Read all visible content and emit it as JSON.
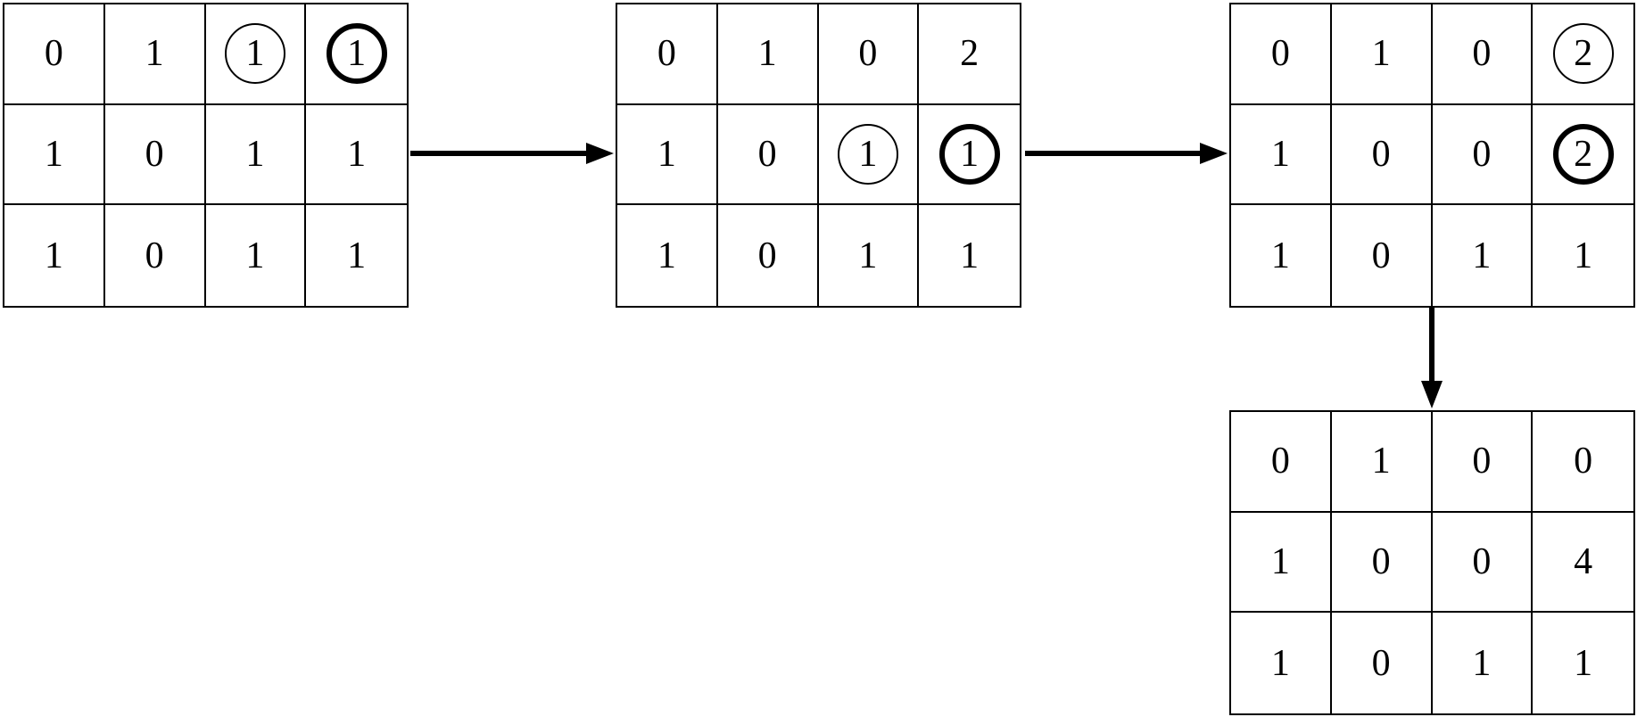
{
  "colors": {
    "ink": "#000000",
    "background": "#ffffff"
  },
  "grids": [
    {
      "name": "matrix-step-1",
      "rows": [
        [
          {
            "v": "0"
          },
          {
            "v": "1"
          },
          {
            "v": "1",
            "circle": "thin"
          },
          {
            "v": "1",
            "circle": "bold"
          }
        ],
        [
          {
            "v": "1"
          },
          {
            "v": "0"
          },
          {
            "v": "1"
          },
          {
            "v": "1"
          }
        ],
        [
          {
            "v": "1"
          },
          {
            "v": "0"
          },
          {
            "v": "1"
          },
          {
            "v": "1"
          }
        ]
      ]
    },
    {
      "name": "matrix-step-2",
      "rows": [
        [
          {
            "v": "0"
          },
          {
            "v": "1"
          },
          {
            "v": "0"
          },
          {
            "v": "2"
          }
        ],
        [
          {
            "v": "1"
          },
          {
            "v": "0"
          },
          {
            "v": "1",
            "circle": "thin"
          },
          {
            "v": "1",
            "circle": "bold"
          }
        ],
        [
          {
            "v": "1"
          },
          {
            "v": "0"
          },
          {
            "v": "1"
          },
          {
            "v": "1"
          }
        ]
      ]
    },
    {
      "name": "matrix-step-3",
      "rows": [
        [
          {
            "v": "0"
          },
          {
            "v": "1"
          },
          {
            "v": "0"
          },
          {
            "v": "2",
            "circle": "thin"
          }
        ],
        [
          {
            "v": "1"
          },
          {
            "v": "0"
          },
          {
            "v": "0"
          },
          {
            "v": "2",
            "circle": "bold"
          }
        ],
        [
          {
            "v": "1"
          },
          {
            "v": "0"
          },
          {
            "v": "1"
          },
          {
            "v": "1"
          }
        ]
      ]
    },
    {
      "name": "matrix-step-4",
      "rows": [
        [
          {
            "v": "0"
          },
          {
            "v": "1"
          },
          {
            "v": "0"
          },
          {
            "v": "0"
          }
        ],
        [
          {
            "v": "1"
          },
          {
            "v": "0"
          },
          {
            "v": "0"
          },
          {
            "v": "4"
          }
        ],
        [
          {
            "v": "1"
          },
          {
            "v": "0"
          },
          {
            "v": "1"
          },
          {
            "v": "1"
          }
        ]
      ]
    }
  ],
  "arrows": [
    {
      "name": "arrow-step1-to-step2",
      "direction": "right"
    },
    {
      "name": "arrow-step2-to-step3",
      "direction": "right"
    },
    {
      "name": "arrow-step3-to-step4",
      "direction": "down"
    }
  ]
}
